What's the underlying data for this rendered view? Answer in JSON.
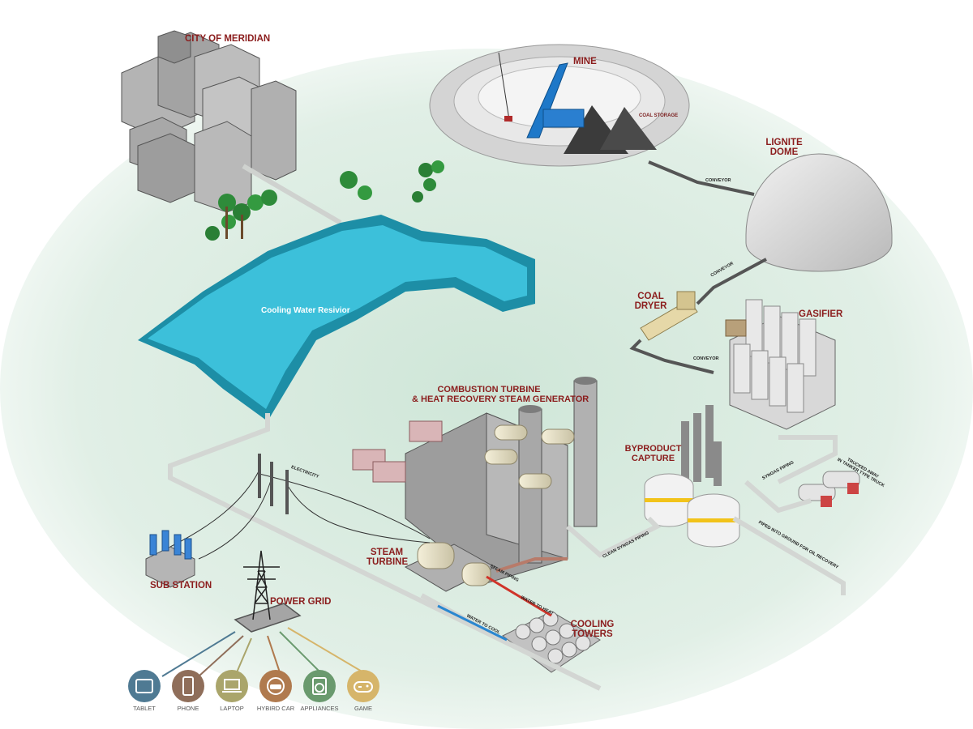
{
  "labels": {
    "city": "CITY OF MERIDIAN",
    "mine": "MINE",
    "coal_storage": "COAL STORAGE",
    "lignite_dome_line1": "LIGNITE",
    "lignite_dome_line2": "DOME",
    "conveyor_1": "CONVEYOR",
    "conveyor_2": "CONVEYOR",
    "conveyor_3": "CONVEYOR",
    "coal_dryer_line1": "COAL",
    "coal_dryer_line2": "DRYER",
    "gasifier": "GASIFIER",
    "reservoir": "Cooling Water Resivior",
    "combustion_line1": "COMBUSTION TURBINE",
    "combustion_line2": "& HEAT RECOVERY STEAM GENERATOR",
    "byproduct_line1": "BYPRODUCT",
    "byproduct_line2": "CAPTURE",
    "syngas_piping": "SYNGAS PIPING",
    "trucked_line1": "TRUCKED AWAY",
    "trucked_line2": "IN TANKER TYPE TRUCK",
    "electricity": "ELECTRICITY",
    "clean_syngas": "CLEAN SYNGAS PIPING",
    "piped_ground": "PIPED INTO GROUND FOR OIL RECOVERY",
    "steam_turbine_line1": "STEAM",
    "steam_turbine_line2": "TURBINE",
    "steam_piping": "STEAM PIPING",
    "water_to_heat": "WATER TO HEAT",
    "water_to_cool": "WATER TO COOL",
    "cooling_towers_line1": "COOLING",
    "cooling_towers_line2": "TOWERS",
    "sub_station": "SUB STATION",
    "power_grid": "POWER GRID"
  },
  "devices": [
    {
      "name": "TABLET",
      "color": "#4f7a93",
      "icon": "tablet-icon"
    },
    {
      "name": "PHONE",
      "color": "#8f6e5a",
      "icon": "phone-icon"
    },
    {
      "name": "LAPTOP",
      "color": "#aaa56b",
      "icon": "laptop-icon"
    },
    {
      "name": "HYBIRD CAR",
      "color": "#b07a4e",
      "icon": "hybrid-car-icon"
    },
    {
      "name": "APPLIANCES",
      "color": "#6a9a6e",
      "icon": "washing-machine-icon"
    },
    {
      "name": "GAME",
      "color": "#d6b56a",
      "icon": "game-controller-icon"
    }
  ],
  "colors": {
    "label_red": "#8b1d1d",
    "water": "#33b3cc",
    "ground": "#e2efe6",
    "pipe": "#d9dbd9"
  }
}
